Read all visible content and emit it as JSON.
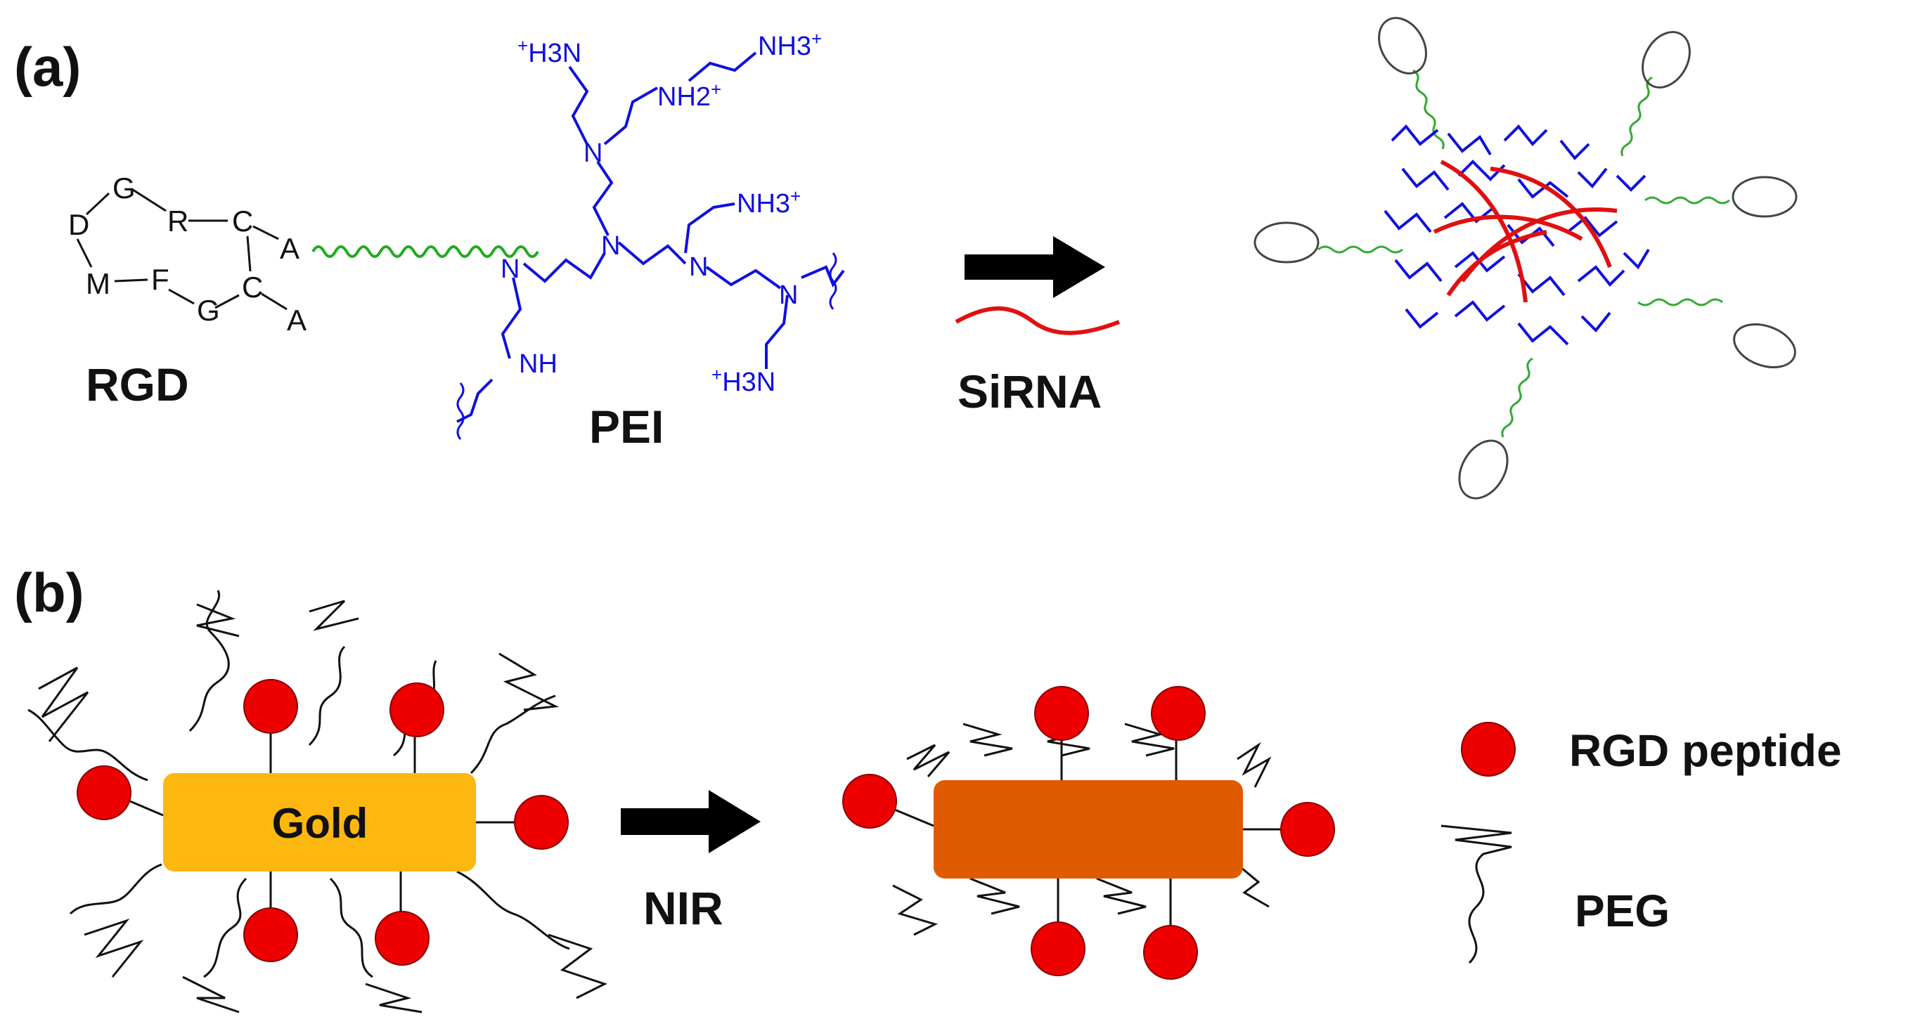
{
  "panel_a": {
    "label": "(a)",
    "rgd_label": "RGD",
    "pei_label": "PEI",
    "sirna_label": "SiRNA",
    "rgd_ring_atoms": [
      "G",
      "D",
      "R",
      "C",
      "A",
      "M",
      "F",
      "G",
      "C",
      "A"
    ],
    "pei_groups": {
      "h3n_top": "H3N",
      "nh2_top": "NH2",
      "nh3_top": "NH3",
      "nh3_mid": "NH3",
      "h3n_bottom": "H3N",
      "nh_bottom": "NH",
      "n": "N"
    }
  },
  "panel_b": {
    "label": "(b)",
    "gold_label": "Gold",
    "nir_label": "NIR",
    "legend": {
      "rgd": "RGD peptide",
      "peg": "PEG"
    }
  },
  "colors": {
    "pei_blue": "#1010dd",
    "linker_green": "#22aa22",
    "sirna_red": "#e01010",
    "gold": "#fdb711",
    "heated_rod": "#e05a00",
    "rgd_red": "#ee0000",
    "arrow": "#000000"
  },
  "icons": [
    "right-arrow-icon",
    "sirna-strand-icon",
    "rgd-sphere-icon",
    "peg-coil-icon"
  ]
}
